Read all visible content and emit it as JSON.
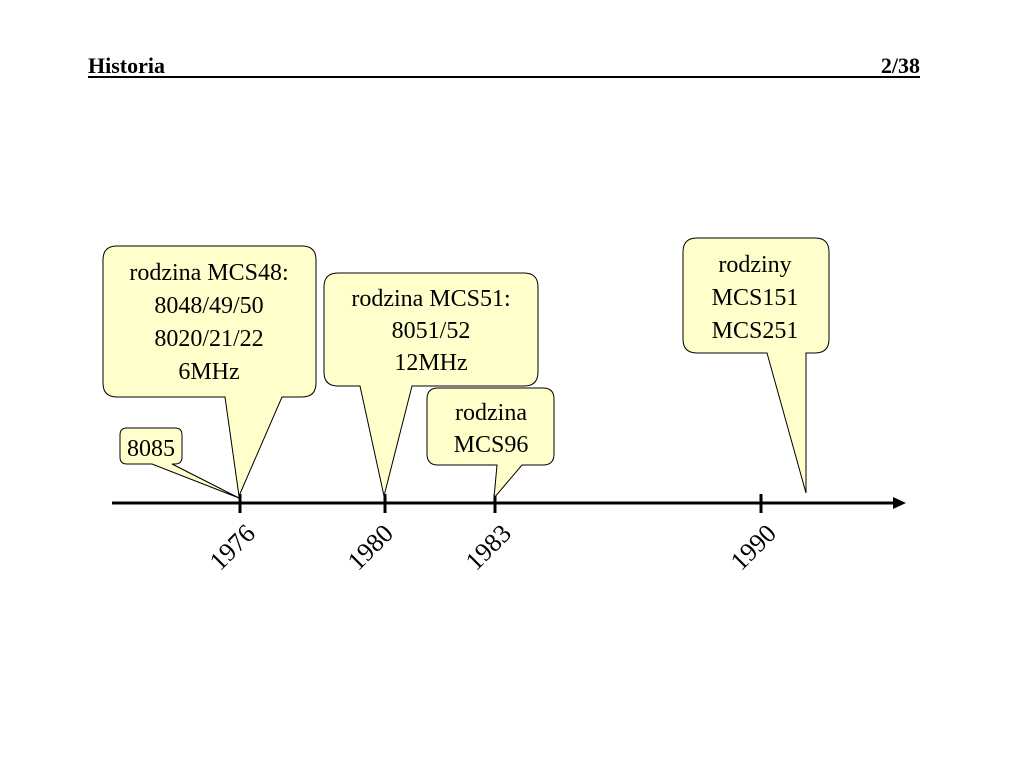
{
  "header": {
    "title": "Historia",
    "page": "2/38"
  },
  "colors": {
    "callout_fill": "#ffffcc",
    "callout_stroke": "#000000",
    "axis": "#000000"
  },
  "timeline": {
    "years": [
      "1976",
      "1980",
      "1983",
      "1990"
    ],
    "callouts": [
      {
        "lines": [
          "8085"
        ]
      },
      {
        "lines": [
          "rodzina MCS48:",
          "8048/49/50",
          "8020/21/22",
          "6MHz"
        ]
      },
      {
        "lines": [
          "rodzina MCS51:",
          "8051/52",
          "12MHz"
        ]
      },
      {
        "lines": [
          "rodzina",
          "MCS96"
        ]
      },
      {
        "lines": [
          "rodziny",
          "MCS151",
          "MCS251"
        ]
      }
    ]
  }
}
